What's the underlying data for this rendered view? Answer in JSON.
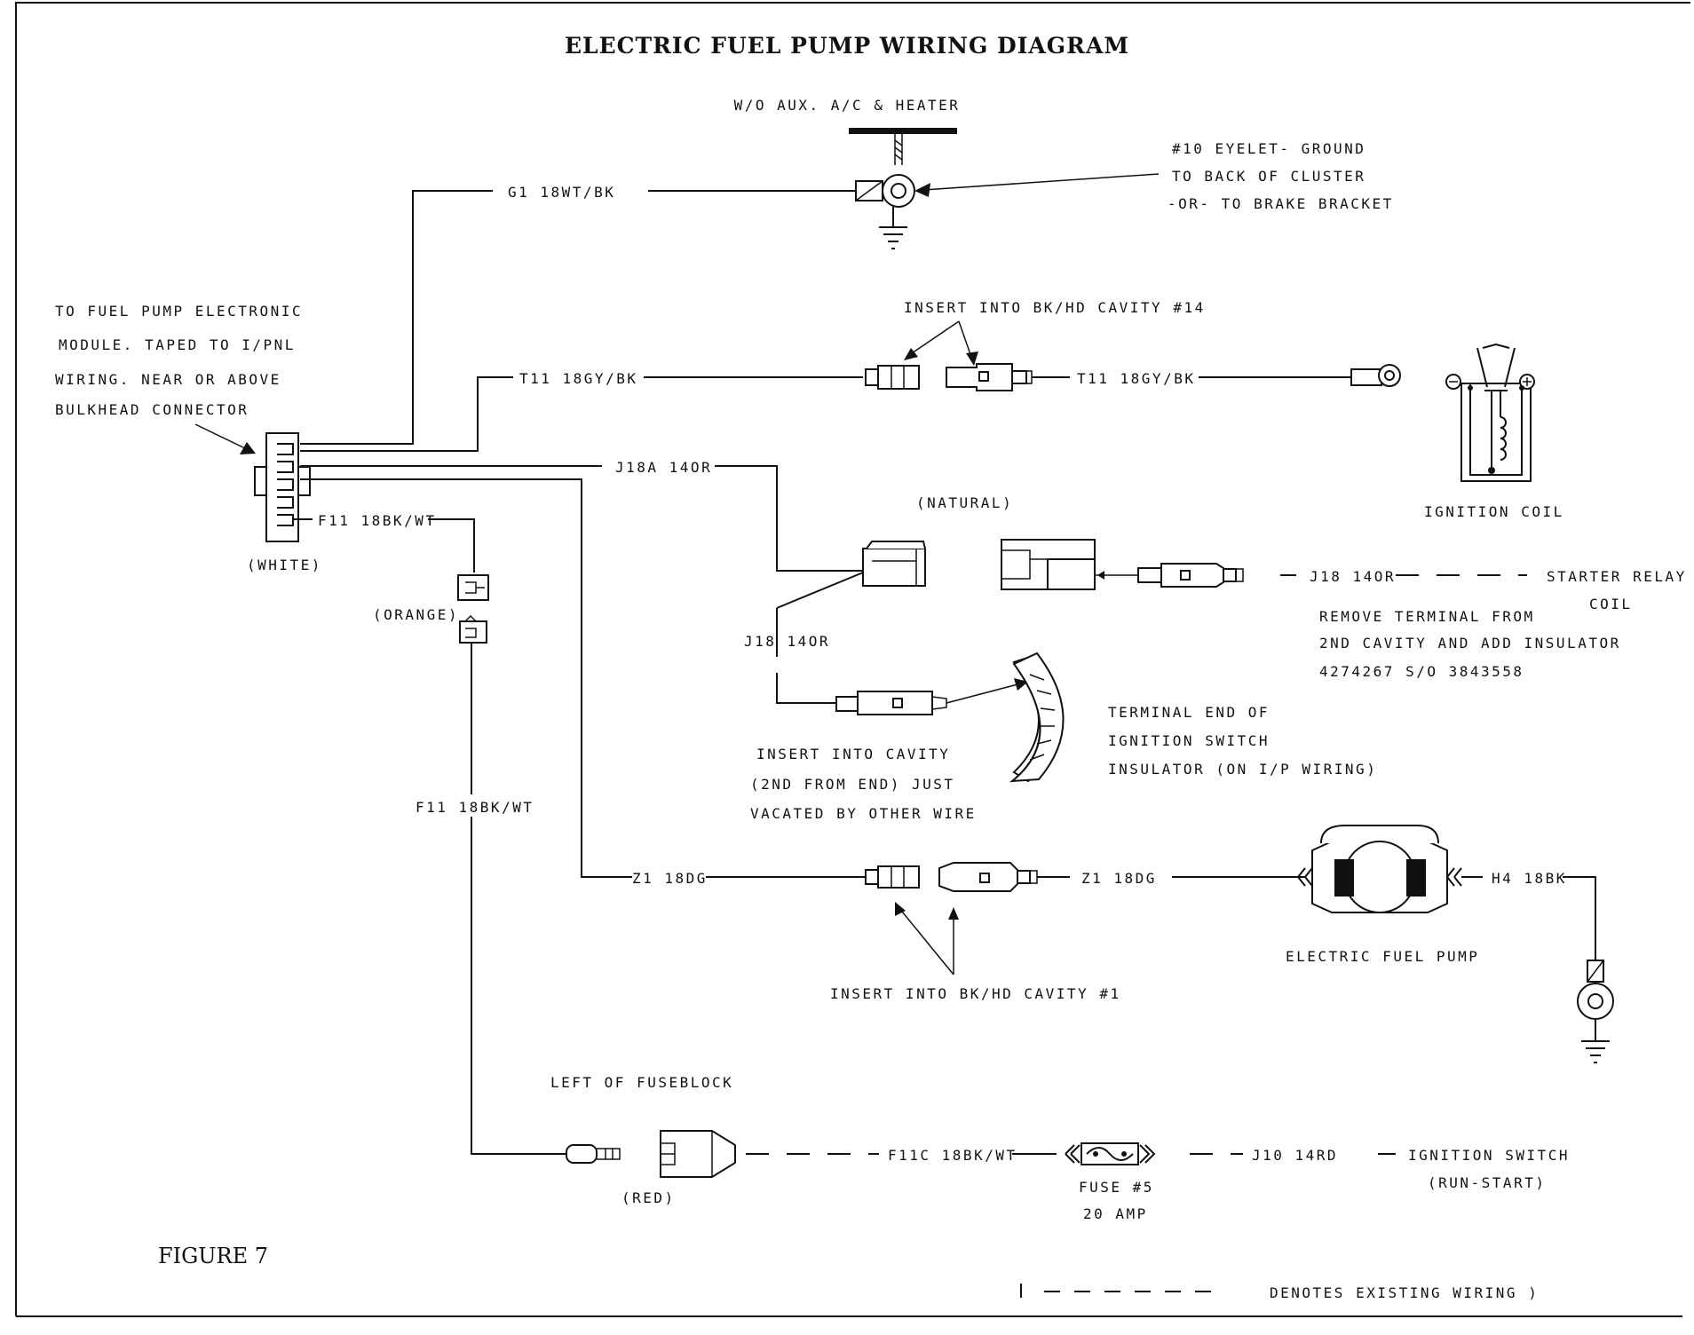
{
  "title": "ELECTRIC FUEL PUMP WIRING DIAGRAM",
  "subtitle": "W/O AUX. A/C & HEATER",
  "figure_label": "FIGURE 7",
  "labels": {
    "ground_note_1": "#10 EYELET- GROUND",
    "ground_note_2": "TO BACK OF CLUSTER",
    "ground_note_3": "-OR- TO BRAKE BRACKET",
    "wire_g1": "G1 18WT/BK",
    "module_note_1": "TO FUEL PUMP ELECTRONIC",
    "module_note_2": "MODULE. TAPED TO I/PNL",
    "module_note_3": "WIRING. NEAR OR ABOVE",
    "module_note_4": "BULKHEAD CONNECTOR",
    "insert_14": "INSERT INTO BK/HD CAVITY #14",
    "wire_t11_a": "T11 18GY/BK",
    "wire_t11_b": "T11 18GY/BK",
    "wire_j18a": "J18A 14OR",
    "natural": "(NATURAL)",
    "wire_f11_a": "F11 18BK/WT",
    "white": "(WHITE)",
    "orange": "(ORANGE)",
    "wire_j18_a": "J18 14OR",
    "wire_j18_b": "J18 14OR",
    "starter_1": "STARTER RELAY",
    "starter_2": "COIL",
    "remove_1": "REMOVE TERMINAL FROM",
    "remove_2": "2ND CAVITY AND ADD INSULATOR",
    "remove_3": "4274267 S/O 3843558",
    "ign_coil": "IGNITION COIL",
    "term_1": "TERMINAL END OF",
    "term_2": "IGNITION SWITCH",
    "term_3": "INSULATOR (ON I/P WIRING)",
    "insert_cav_1": "INSERT INTO CAVITY",
    "insert_cav_2": "(2ND FROM END) JUST",
    "insert_cav_3": "VACATED BY OTHER WIRE",
    "wire_f11_b": "F11 18BK/WT",
    "wire_z1_a": "Z1 18DG",
    "wire_z1_b": "Z1 18DG",
    "wire_h4": "H4 18BK",
    "fuel_pump": "ELECTRIC FUEL PUMP",
    "insert_1": "INSERT INTO BK/HD CAVITY #1",
    "left_fuse": "LEFT OF FUSEBLOCK",
    "wire_f11c": "F11C 18BK/WT",
    "wire_j10": "J10 14RD",
    "ign_sw_1": "IGNITION SWITCH",
    "ign_sw_2": "(RUN-START)",
    "fuse_1": "FUSE #5",
    "fuse_2": "20 AMP",
    "red": "(RED)",
    "legend_text": "DENOTES EXISTING WIRING )"
  },
  "icons": [
    "ground-symbol-icon",
    "eyelet-icon",
    "ignition-coil-icon",
    "fuse-icon",
    "fuel-pump-icon",
    "arrow-icon"
  ]
}
